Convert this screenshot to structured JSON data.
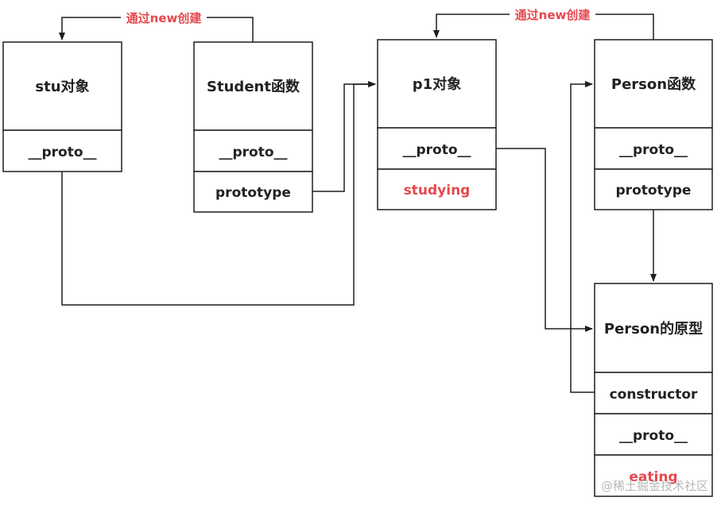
{
  "nodes": {
    "stu": {
      "title": "stu对象",
      "proto": "__proto__"
    },
    "student_fn": {
      "title": "Student函数",
      "proto": "__proto__",
      "prototype": "prototype"
    },
    "p1": {
      "title": "p1对象",
      "proto": "__proto__",
      "method": "studying"
    },
    "person_fn": {
      "title": "Person函数",
      "proto": "__proto__",
      "prototype": "prototype"
    },
    "person_proto": {
      "title": "Person的原型",
      "constructor": "constructor",
      "proto": "__proto__",
      "method": "eating"
    }
  },
  "edges": {
    "student_new_label": "通过new创建",
    "person_new_label": "通过new创建"
  },
  "watermark": "@稀土掘金技术社区",
  "colors": {
    "highlight": "#e5484d",
    "stroke": "#1f1f1f",
    "text": "#222222"
  }
}
